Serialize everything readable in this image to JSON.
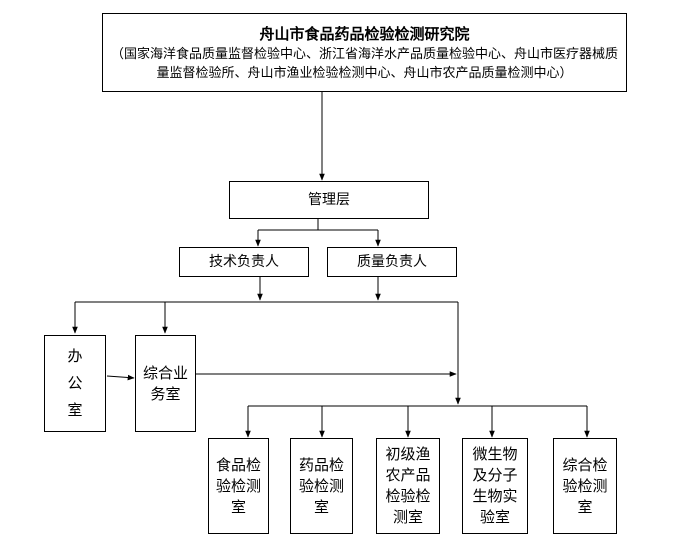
{
  "root": {
    "title": "舟山市食品药品检验检测研究院",
    "subtitle": "（国家海洋食品质量监督检验中心、浙江省海洋水产品质量检验中心、舟山市医疗器械质量监督检验所、舟山市渔业检验检测中心、舟山市农产品质量检测中心）"
  },
  "management": "管理层",
  "leads": [
    "技术负责人",
    "质量负责人"
  ],
  "offices": [
    "办公室",
    "综合业务室"
  ],
  "labs": [
    "食品检验检测室",
    "药品检验检测室",
    "初级渔农产品检验检测室",
    "微生物及分子生物实验室",
    "综合检验检测室"
  ]
}
